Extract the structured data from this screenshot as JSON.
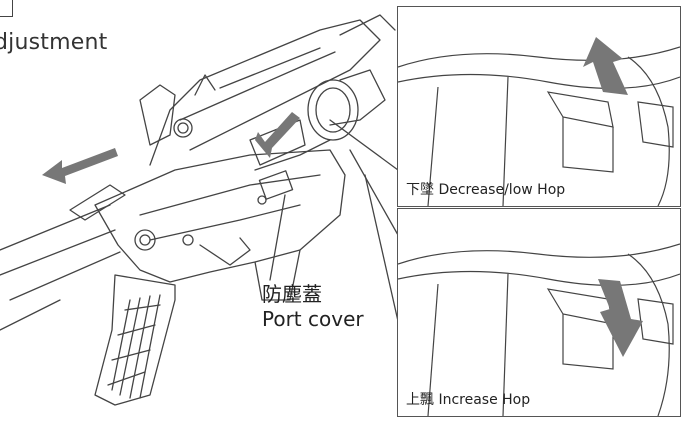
{
  "heading": "djustment",
  "port_cover": {
    "zh": "防塵蓋",
    "en": "Port cover"
  },
  "panels": [
    {
      "caption": "下墜 Decrease/low Hop",
      "arrow_direction": "up"
    },
    {
      "caption": "上飄 Increase Hop",
      "arrow_direction": "down"
    }
  ],
  "colors": {
    "line": "#444444",
    "arrow": "#777777",
    "background": "#ffffff"
  }
}
